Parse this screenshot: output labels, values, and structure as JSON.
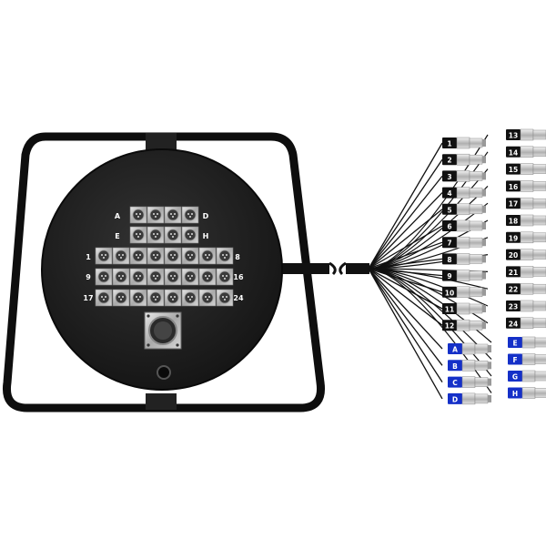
{
  "panel": {
    "label_a": "A",
    "label_d": "D",
    "label_e": "E",
    "label_h": "H",
    "row1_start": "1",
    "row1_end": "8",
    "row2_start": "9",
    "row2_end": "16",
    "row3_start": "17",
    "row3_end": "24"
  },
  "fanout": {
    "left_column": [
      "1",
      "2",
      "3",
      "4",
      "5",
      "6",
      "7",
      "8",
      "9",
      "10",
      "11",
      "12"
    ],
    "right_column": [
      "13",
      "14",
      "15",
      "16",
      "17",
      "18",
      "19",
      "20",
      "21",
      "22",
      "23",
      "24"
    ],
    "left_returns": [
      "A",
      "B",
      "C",
      "D"
    ],
    "right_returns": [
      "E",
      "F",
      "G",
      "H"
    ]
  },
  "colors": {
    "drum": "#1c1c1c",
    "frame": "#111111",
    "connector": "#c8c8c8",
    "return_badge": "#1530c8",
    "tag": "#111111"
  }
}
